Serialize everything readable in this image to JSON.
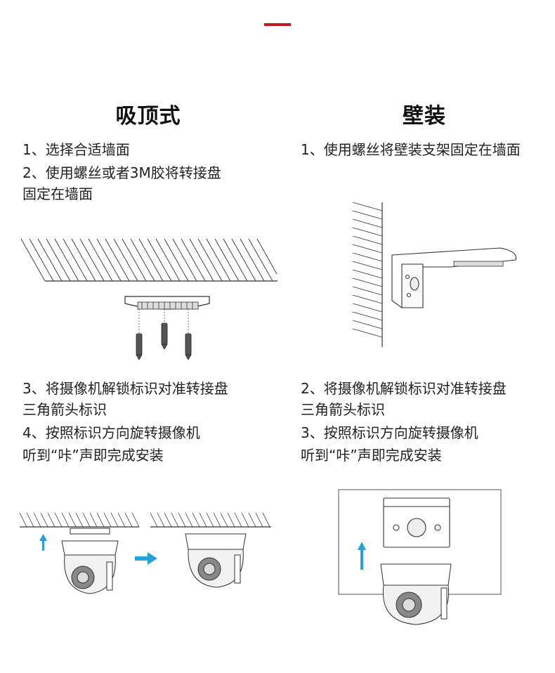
{
  "colors": {
    "accent": "#c8161d",
    "arrow_blue": "#2a9fd8",
    "line": "#333333"
  },
  "ceiling": {
    "title": "吸顶式",
    "steps_top": [
      "1、选择合适墙面",
      "2、使用螺丝或者3M胶将转接盘",
      "固定在墙面"
    ],
    "steps_bottom": [
      "3、将摄像机解锁标识对准转接盘",
      "三角箭头标识",
      "4、按照标识方向旋转摄像机",
      "听到“咔”声即完成安装"
    ]
  },
  "wall": {
    "title": "壁装",
    "steps_top": [
      "1、使用螺丝将壁装支架固定在墙面"
    ],
    "steps_bottom": [
      "2、将摄像机解锁标识对准转接盘",
      "三角箭头标识",
      "3、按照标识方向旋转摄像机",
      "听到“咔”声即完成安装"
    ]
  },
  "icons": {
    "up_arrow": "arrow-up-icon",
    "right_arrow": "arrow-right-icon"
  }
}
